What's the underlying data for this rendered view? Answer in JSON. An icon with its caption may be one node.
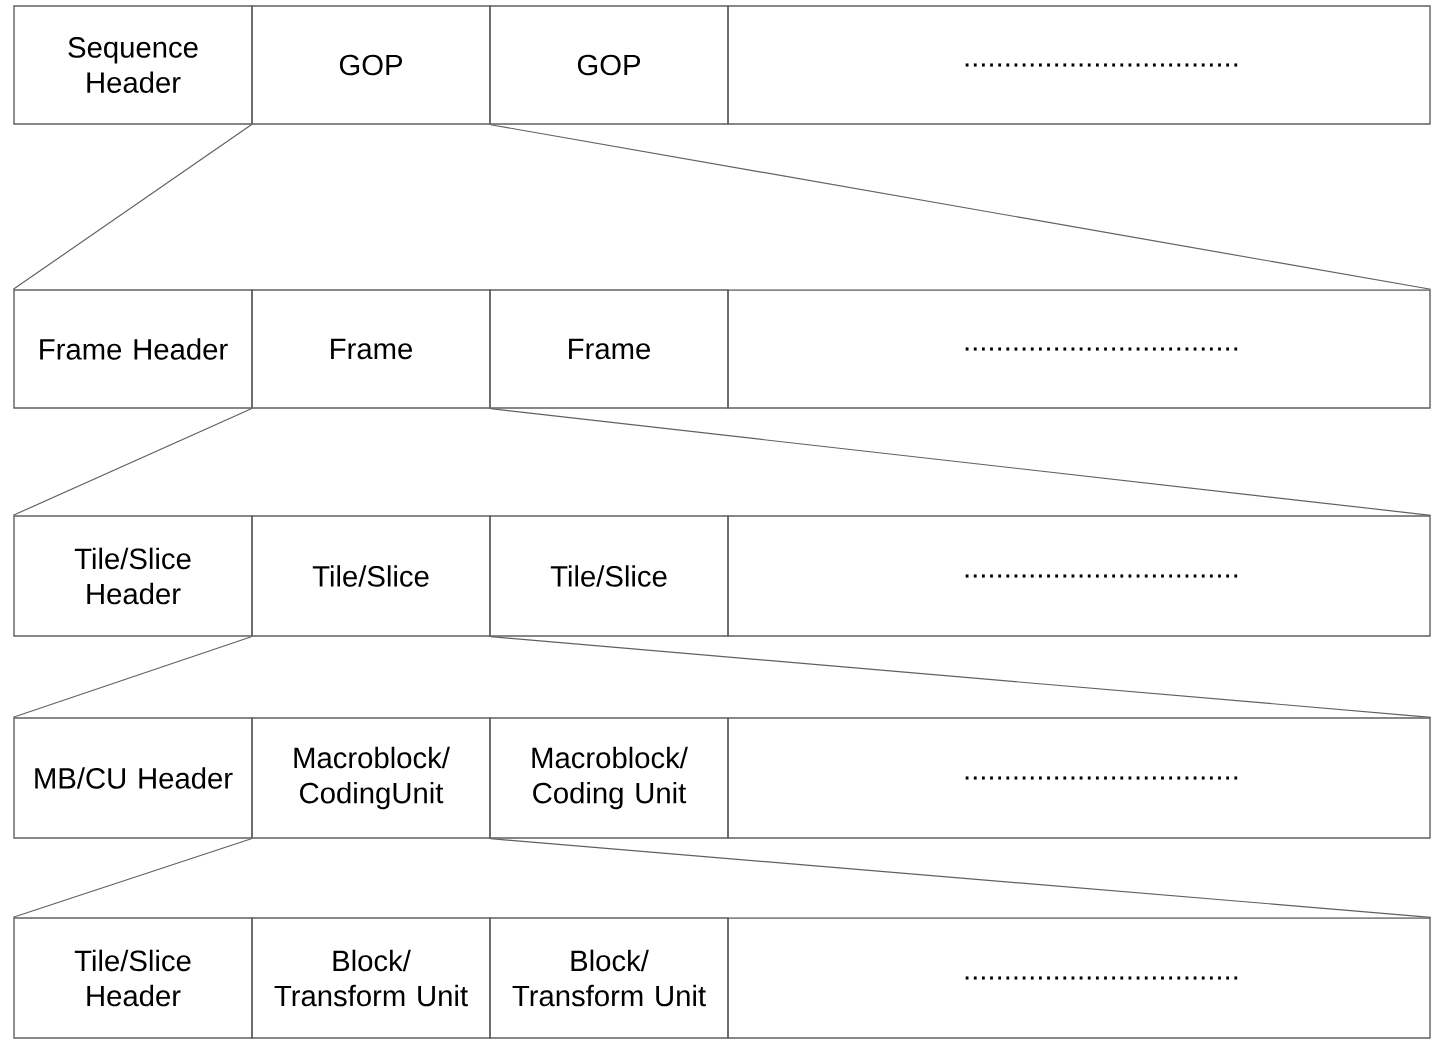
{
  "diagram": {
    "nodes": [
      {
        "text": [
          "Sequence Header"
        ]
      },
      {
        "text": [
          "GOP"
        ]
      },
      {
        "text": [
          "GOP"
        ]
      },
      {
        "text": [
          ".................................."
        ]
      },
      {
        "text": [
          "Frame Header"
        ]
      },
      {
        "text": [
          "Frame"
        ]
      },
      {
        "text": [
          "Frame"
        ]
      },
      {
        "text": [
          ".................................."
        ]
      },
      {
        "text": [
          "Tile/Slice Header"
        ]
      },
      {
        "text": [
          "Tile/Slice"
        ]
      },
      {
        "text": [
          "Tile/Slice"
        ]
      },
      {
        "text": [
          ".................................."
        ]
      },
      {
        "text": [
          "MB/CU Header"
        ]
      },
      {
        "text": [
          "Macroblock/ CodingUnit"
        ]
      },
      {
        "text": [
          "Macroblock/ Coding Unit"
        ]
      },
      {
        "text": [
          ".................................."
        ]
      },
      {
        "text": [
          "Tile/Slice Header"
        ]
      },
      {
        "text": [
          "Block/ Transform Unit"
        ]
      },
      {
        "text": [
          "Block/ Transform Unit"
        ]
      },
      {
        "text": [
          ".................................."
        ]
      }
    ],
    "edges": [
      {
        "from": 1,
        "to": 4,
        "arrow": "none"
      },
      {
        "from": 1,
        "to": 7,
        "arrow": "none"
      },
      {
        "from": 5,
        "to": 8,
        "arrow": "none"
      },
      {
        "from": 5,
        "to": 11,
        "arrow": "none"
      },
      {
        "from": 9,
        "to": 12,
        "arrow": "none"
      },
      {
        "from": 9,
        "to": 15,
        "arrow": "none"
      },
      {
        "from": 13,
        "to": 16,
        "arrow": "none"
      },
      {
        "from": 13,
        "to": 19,
        "arrow": "none"
      }
    ]
  }
}
